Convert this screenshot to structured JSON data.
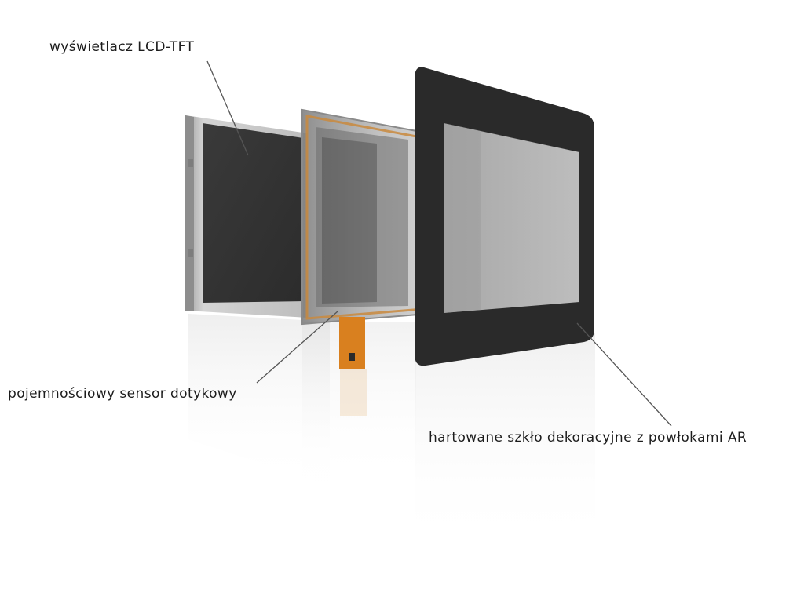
{
  "labels": {
    "lcd": "wyświetlacz LCD-TFT",
    "sensor": "pojemnościowy sensor dotykowy",
    "glass": "hartowane szkło dekoracyjne z powłokami AR"
  },
  "colors": {
    "lcd_frame": "#b8b8b8",
    "lcd_panel": "#353535",
    "sensor_flex": "#d9801f",
    "glass_bezel": "#2a2a2a",
    "glass_window": "#b4b4b4",
    "leader_line": "#555555"
  }
}
